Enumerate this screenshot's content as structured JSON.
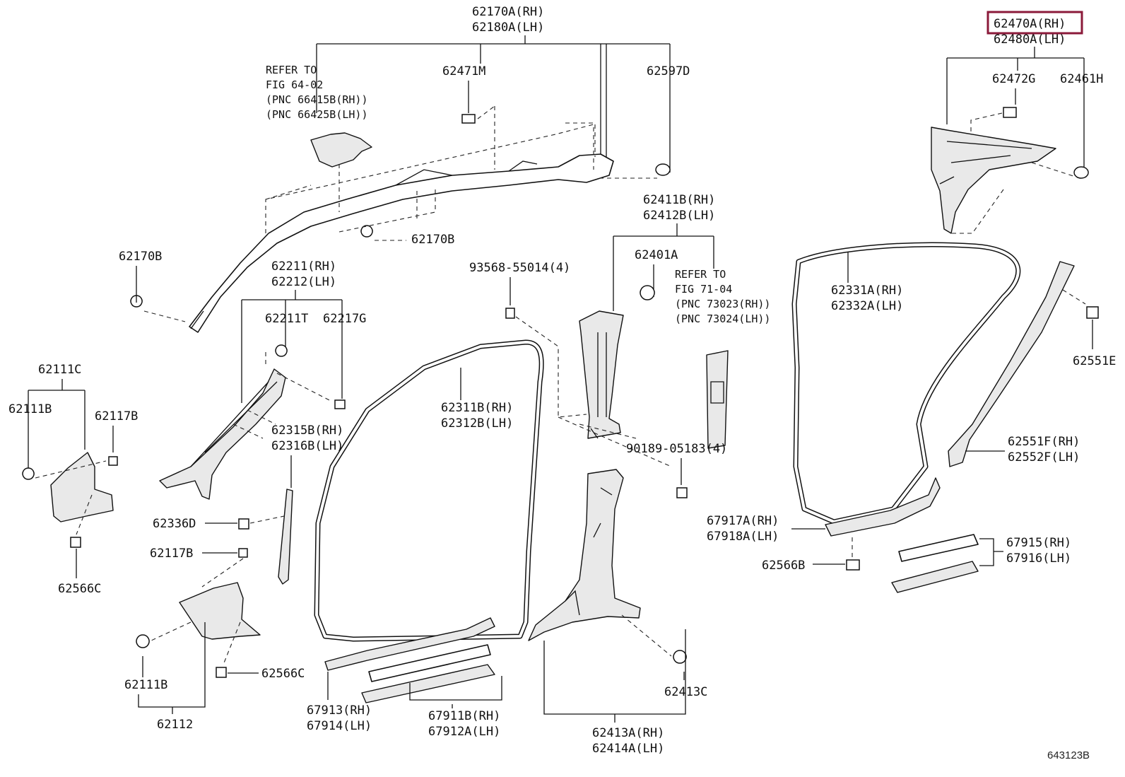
{
  "figure_id": "643123B",
  "callouts": {
    "p62170A_RH": "62170A(RH)",
    "p62180A_LH": "62180A(LH)",
    "p62471M": "62471M",
    "p62597D": "62597D",
    "p62170B_a": "62170B",
    "p62170B_b": "62170B",
    "p62470A_RH": "62470A(RH)",
    "p62480A_LH": "62480A(LH)",
    "p62472G": "62472G",
    "p62461H": "62461H",
    "p62411B_RH": "62411B(RH)",
    "p62412B_LH": "62412B(LH)",
    "p62401A": "62401A",
    "p62331A_RH": "62331A(RH)",
    "p62332A_LH": "62332A(LH)",
    "p62551E": "62551E",
    "p62211_RH": "62211(RH)",
    "p62212_LH": "62212(LH)",
    "p62211T": "62211T",
    "p62217G": "62217G",
    "p93568": "93568-55014(4)",
    "p62311B_RH": "62311B(RH)",
    "p62312B_LH": "62312B(LH)",
    "p62111C": "62111C",
    "p62111B_a": "62111B",
    "p62117B_a": "62117B",
    "p62315B_RH": "62315B(RH)",
    "p62316B_LH": "62316B(LH)",
    "p90189": "90189-05183(4)",
    "p62551F_RH": "62551F(RH)",
    "p62552F_LH": "62552F(LH)",
    "p62336D": "62336D",
    "p62117B_b": "62117B",
    "p62566C_a": "62566C",
    "p67917A_RH": "67917A(RH)",
    "p67918A_LH": "67918A(LH)",
    "p62566B": "62566B",
    "p67915_RH": "67915(RH)",
    "p67916_LH": "67916(LH)",
    "p62566C_b": "62566C",
    "p62111B_b": "62111B",
    "p62112": "62112",
    "p67913_RH": "67913(RH)",
    "p67914_LH": "67914(LH)",
    "p67911B_RH": "67911B(RH)",
    "p67912A_LH": "67912A(LH)",
    "p62413C": "62413C",
    "p62413A_RH": "62413A(RH)",
    "p62414A_LH": "62414A(LH)"
  },
  "notes": {
    "refer_a": [
      "REFER TO",
      "FIG 64-02",
      "(PNC 66415B(RH))",
      "(PNC 66425B(LH))"
    ],
    "refer_b": [
      "REFER TO",
      "FIG 71-04",
      "(PNC 73023(RH))",
      "(PNC 73024(LH))"
    ]
  },
  "highlight_color": "#8b1a3a"
}
